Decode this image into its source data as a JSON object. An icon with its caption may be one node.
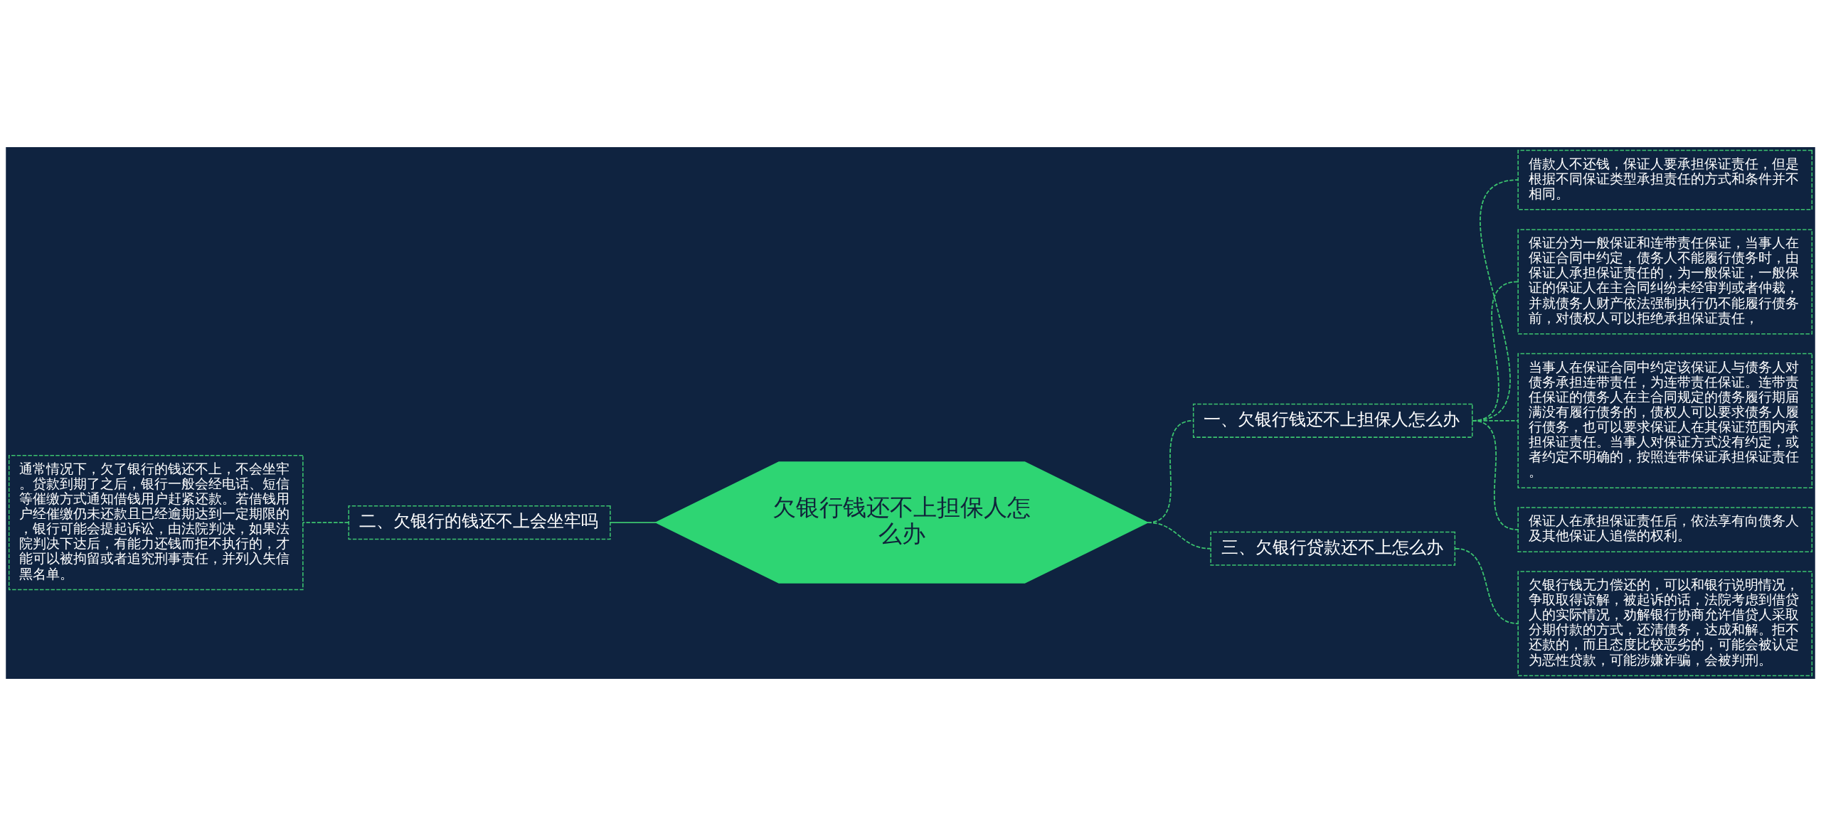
{
  "diagram": {
    "nodes": [
      {
        "text": [
          "欠银行钱还不上担保人怎么办"
        ]
      },
      {
        "text": [
          "一、欠银行钱还不上担保人怎么办"
        ]
      },
      {
        "text": [
          "借款人不还钱，保证人要承担保证责任，但是根据不同保证类型承担责任的方式和条件并不相同。"
        ]
      },
      {
        "text": [
          "保证分为一般保证和连带责任保证，当事人在保证合同中约定，债务人不能履行债务时，由保证人承担保证责任的，为一般保证，一般保证的保证人在主合同纠纷未经审判或者仲裁，并就债务人财产依法强制执行仍不能履行债务前，对债权人可以拒绝承担保证责任，"
        ]
      },
      {
        "text": [
          "当事人在保证合同中约定该保证人与债务人对债务承担连带责任，为连带责任保证。连带责任保证的债务人在主合同规定的债务履行期届满没有履行债务的，债权人可以要求债务人履行债务，也可以要求保证人在其保证范围内承担保证责任。当事人对保证方式没有约定，或者约定不明确的，按照连带保证承担保证责任。"
        ]
      },
      {
        "text": [
          "保证人在承担保证责任后，依法享有向债务人及其他保证人追偿的权利。"
        ]
      },
      {
        "text": [
          "二、欠银行的钱还不上会坐牢吗"
        ]
      },
      {
        "text": [
          "通常情况下，欠了银行的钱还不上，不会坐牢。贷款到期了之后，银行一般会经电话、短信等催缴方式通知借钱用户赶紧还款。若借钱用户经催缴仍未还款且已经逾期达到一定期限的，银行可能会提起诉讼，由法院判决，如果法院判决下达后，有能力还钱而拒不执行的，才能可以被拘留或者追究刑事责任，并列入失信黑名单。"
        ]
      },
      {
        "text": [
          "三、欠银行贷款还不上怎么办"
        ]
      },
      {
        "text": [
          "欠银行钱无力偿还的，可以和银行说明情况，争取取得谅解，被起诉的话，法院考虑到借贷人的实际情况，劝解银行协商允许借贷人采取分期付款的方式，还清债务，达成和解。拒不还款的，而且态度比较恶劣的，可能会被认定为恶性贷款，可能涉嫌诈骗，会被判刑。"
        ]
      }
    ],
    "edges": [
      {
        "from": 0,
        "to": 1,
        "arrow": "none",
        "style": "dashed"
      },
      {
        "from": 1,
        "to": 2,
        "arrow": "none",
        "style": "dashed"
      },
      {
        "from": 1,
        "to": 3,
        "arrow": "none",
        "style": "dashed"
      },
      {
        "from": 1,
        "to": 4,
        "arrow": "none",
        "style": "dashed"
      },
      {
        "from": 1,
        "to": 5,
        "arrow": "none",
        "style": "dashed"
      },
      {
        "from": 0,
        "to": 6,
        "arrow": "none"
      },
      {
        "from": 6,
        "to": 7,
        "arrow": "none",
        "style": "dashed"
      },
      {
        "from": 0,
        "to": 8,
        "arrow": "none",
        "style": "dashed"
      },
      {
        "from": 8,
        "to": 9,
        "arrow": "none",
        "style": "dashed"
      }
    ]
  }
}
